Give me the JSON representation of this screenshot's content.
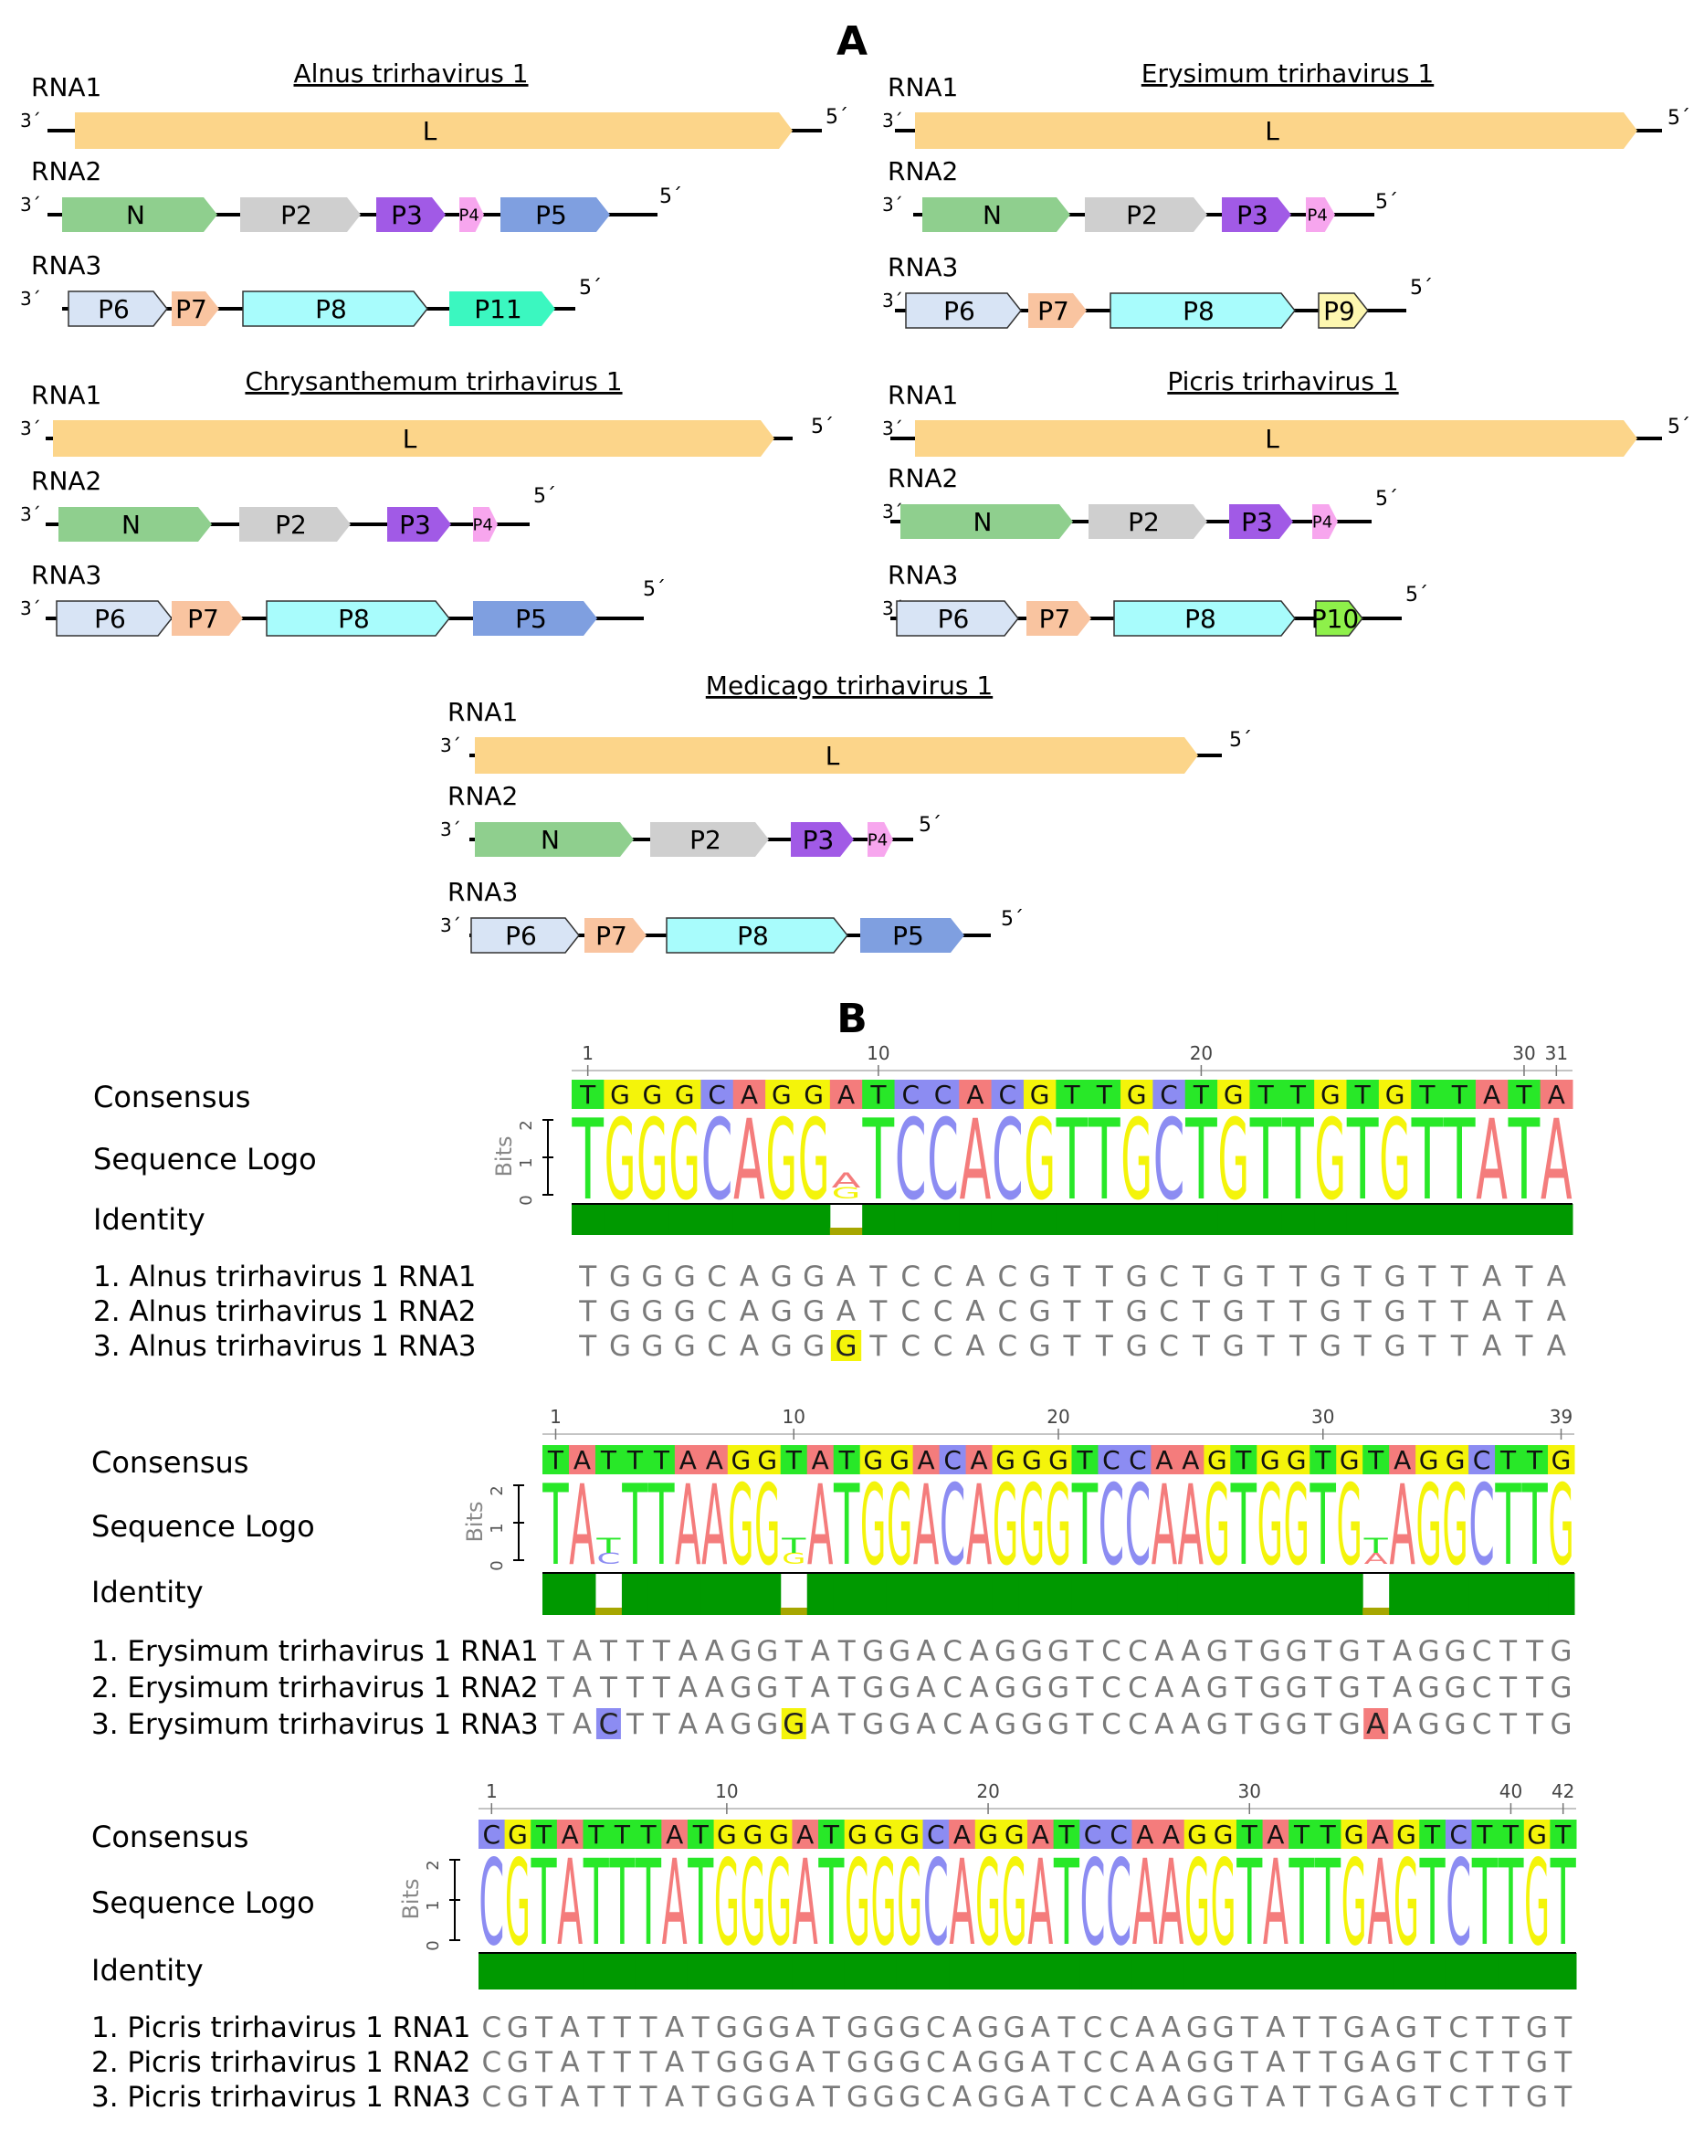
{
  "panels": {
    "a": "A",
    "b": "B"
  },
  "genome": {
    "rna_labels": [
      "RNA1",
      "RNA2",
      "RNA3"
    ],
    "end3": "3´",
    "end5": "5´",
    "viruses": [
      {
        "name": "Alnus trirhavirus 1",
        "rna1": [
          "L"
        ],
        "rna2": [
          "N",
          "P2",
          "P3",
          "P4",
          "P5"
        ],
        "rna3": [
          "P6",
          "P7",
          "P8",
          "P11"
        ]
      },
      {
        "name": "Erysimum trirhavirus 1",
        "rna1": [
          "L"
        ],
        "rna2": [
          "N",
          "P2",
          "P3",
          "P4"
        ],
        "rna3": [
          "P6",
          "P7",
          "P8",
          "P9"
        ]
      },
      {
        "name": "Chrysanthemum trirhavirus 1",
        "rna1": [
          "L"
        ],
        "rna2": [
          "N",
          "P2",
          "P3",
          "P4"
        ],
        "rna3": [
          "P6",
          "P7",
          "P8",
          "P5"
        ]
      },
      {
        "name": "Picris trirhavirus 1",
        "rna1": [
          "L"
        ],
        "rna2": [
          "N",
          "P2",
          "P3",
          "P4"
        ],
        "rna3": [
          "P6",
          "P7",
          "P8",
          "P10"
        ]
      },
      {
        "name": "Medicago trirhavirus 1",
        "rna1": [
          "L"
        ],
        "rna2": [
          "N",
          "P2",
          "P3",
          "P4"
        ],
        "rna3": [
          "P6",
          "P7",
          "P8",
          "P5"
        ]
      }
    ],
    "gene_colors": {
      "L": "#fcd58a",
      "N": "#8fcf8e",
      "P2": "#cfcfcf",
      "P3": "#a15ae6",
      "P4": "#f7a6ee",
      "P5": "#7f9fe0",
      "P6": "#d8e4f5",
      "P7": "#f9c4a0",
      "P8": "#a8fcfc",
      "P9": "#fdf7b0",
      "P10": "#8ef04a",
      "P11": "#3bf7c0"
    }
  },
  "alignment": {
    "row_labels": {
      "consensus": "Consensus",
      "logo": "Sequence Logo",
      "identity": "Identity"
    },
    "bits_label": "Bits",
    "bits_ticks": [
      "0",
      "1",
      "2"
    ],
    "base_colors": {
      "A": "#f47c7c",
      "C": "#8c8cf2",
      "G": "#f4f40a",
      "T": "#28e828"
    },
    "identity_colors": {
      "full": "#009900",
      "partial": "#a6a600"
    },
    "blocks": [
      {
        "ticks": [
          {
            "pos": 1,
            "label": "1"
          },
          {
            "pos": 10,
            "label": "10"
          },
          {
            "pos": 20,
            "label": "20"
          },
          {
            "pos": 30,
            "label": "30"
          },
          {
            "pos": 31,
            "label": "31"
          }
        ],
        "consensus": "TGGGCAGGATCCACGTTGCTGTTGTGTTATA",
        "sequences": [
          {
            "label": "1. Alnus trirhavirus 1 RNA1",
            "seq": "TGGGCAGGATCCACGTTGCTGTTGTGTTATA"
          },
          {
            "label": "2. Alnus trirhavirus 1 RNA2",
            "seq": "TGGGCAGGATCCACGTTGCTGTTGTGTTATA"
          },
          {
            "label": "3. Alnus trirhavirus 1 RNA3",
            "seq": "TGGGCAGGGTCCACGTTGCTGTTGTGTTATA"
          }
        ]
      },
      {
        "ticks": [
          {
            "pos": 1,
            "label": "1"
          },
          {
            "pos": 10,
            "label": "10"
          },
          {
            "pos": 20,
            "label": "20"
          },
          {
            "pos": 30,
            "label": "30"
          },
          {
            "pos": 39,
            "label": "39"
          }
        ],
        "consensus": "TATTTAAGGTATGGACAGGGTCCAAGTGGTGTAGGCTTG",
        "sequences": [
          {
            "label": "1. Erysimum trirhavirus 1 RNA1",
            "seq": "TATTTAAGGTATGGACAGGGTCCAAGTGGTGTAGGCTTG"
          },
          {
            "label": "2. Erysimum trirhavirus 1 RNA2",
            "seq": "TATTTAAGGTATGGACAGGGTCCAAGTGGTGTAGGCTTG"
          },
          {
            "label": "3. Erysimum trirhavirus 1 RNA3",
            "seq": "TACTTAAGGGATGGACAGGGTCCAAGTGGTGAAGGCTTG"
          }
        ]
      },
      {
        "ticks": [
          {
            "pos": 1,
            "label": "1"
          },
          {
            "pos": 10,
            "label": "10"
          },
          {
            "pos": 20,
            "label": "20"
          },
          {
            "pos": 30,
            "label": "30"
          },
          {
            "pos": 40,
            "label": "40"
          },
          {
            "pos": 42,
            "label": "42"
          }
        ],
        "consensus": "CGTATTTATGGGATGGGCAGGATCCAAGGTATTGAGTCTTGT",
        "sequences": [
          {
            "label": "1. Picris trirhavirus 1 RNA1",
            "seq": "CGTATTTATGGGATGGGCAGGATCCAAGGTATTGAGTCTTGT"
          },
          {
            "label": "2. Picris trirhavirus 1 RNA2",
            "seq": "CGTATTTATGGGATGGGCAGGATCCAAGGTATTGAGTCTTGT"
          },
          {
            "label": "3. Picris trirhavirus 1 RNA3",
            "seq": "CGTATTTATGGGATGGGCAGGATCCAAGGTATTGAGTCTTGT"
          }
        ]
      }
    ]
  }
}
